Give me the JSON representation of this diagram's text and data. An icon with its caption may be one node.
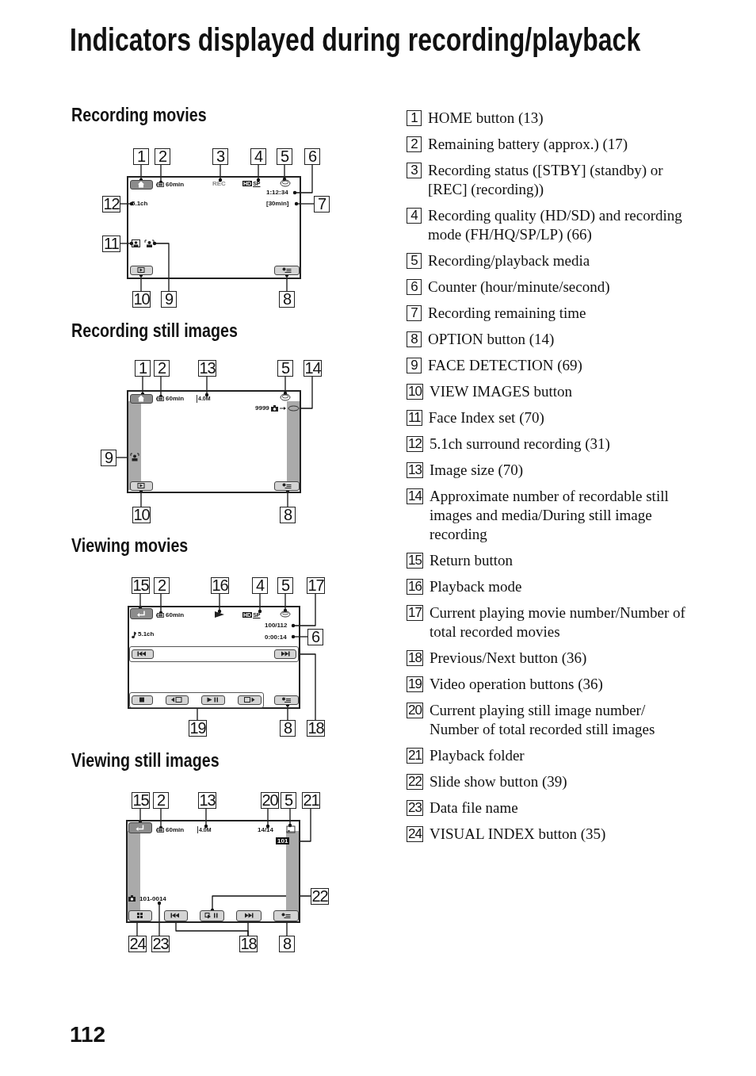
{
  "diagram": {
    "title": "Indicators displayed during recording/playback",
    "nodes": [
      {
        "text": [],
        "shape": "box"
      },
      {
        "text": [],
        "shape": "button",
        "in": 0
      },
      {
        "text": [],
        "shape": "icon",
        "in": 0,
        "beside": [
          "60min"
        ]
      },
      {
        "text": [
          "REC"
        ],
        "in": 0
      },
      {
        "text": [
          "HD",
          "SP"
        ],
        "in": 0
      },
      {
        "text": [],
        "shape": "icon",
        "in": 0
      },
      {
        "text": [
          "1:12:34"
        ],
        "in": 0
      },
      {
        "text": [
          "[30min]"
        ],
        "in": 0
      },
      {
        "text": [
          "5.1ch"
        ],
        "in": 0
      },
      {
        "text": [],
        "shape": "icon",
        "in": 0
      },
      {
        "text": [],
        "shape": "icon",
        "in": 0
      },
      {
        "text": [],
        "shape": "button",
        "in": 0
      },
      {
        "text": [],
        "shape": "button",
        "in": 0
      },
      {
        "text": [
          "1"
        ]
      },
      {
        "text": [
          "2"
        ]
      },
      {
        "text": [
          "3"
        ]
      },
      {
        "text": [
          "4"
        ]
      },
      {
        "text": [
          "5"
        ]
      },
      {
        "text": [
          "6"
        ]
      },
      {
        "text": [
          "12"
        ]
      },
      {
        "text": [
          "7"
        ]
      },
      {
        "text": [
          "11"
        ]
      },
      {
        "text": [
          "10"
        ]
      },
      {
        "text": [
          "9"
        ]
      },
      {
        "text": [
          "8"
        ]
      },
      {
        "text": [],
        "shape": "box"
      },
      {
        "text": [],
        "shape": "button",
        "in": 25
      },
      {
        "text": [],
        "shape": "icon",
        "in": 25,
        "beside": [
          "60min"
        ]
      },
      {
        "text": [
          "4.0M"
        ],
        "in": 25
      },
      {
        "text": [],
        "shape": "icon",
        "in": 25
      },
      {
        "text": [
          "9999"
        ],
        "in": 25
      },
      {
        "text": [],
        "shape": "icon",
        "in": 25
      },
      {
        "text": [],
        "shape": "button",
        "in": 25
      },
      {
        "text": [],
        "shape": "button",
        "in": 25
      },
      {
        "text": [
          "1"
        ]
      },
      {
        "text": [
          "2"
        ]
      },
      {
        "text": [
          "13"
        ]
      },
      {
        "text": [
          "5"
        ]
      },
      {
        "text": [
          "14"
        ]
      },
      {
        "text": [
          "9"
        ]
      },
      {
        "text": [
          "10"
        ]
      },
      {
        "text": [
          "8"
        ]
      },
      {
        "text": [],
        "shape": "box"
      },
      {
        "text": [],
        "shape": "button",
        "in": 42
      },
      {
        "text": [],
        "shape": "icon",
        "in": 42,
        "beside": [
          "60min"
        ]
      },
      {
        "text": [],
        "shape": "icon",
        "in": 42
      },
      {
        "text": [
          "HD",
          "SP"
        ],
        "in": 42
      },
      {
        "text": [],
        "shape": "icon",
        "in": 42
      },
      {
        "text": [
          "100/112"
        ],
        "in": 42
      },
      {
        "text": [
          "0:00:14"
        ],
        "in": 42
      },
      {
        "text": [],
        "shape": "bar",
        "in": 42
      },
      {
        "text": [],
        "shape": "button",
        "in": 50
      },
      {
        "text": [],
        "shape": "button",
        "in": 50
      },
      {
        "text": [],
        "shape": "bar",
        "in": 42
      },
      {
        "text": [],
        "shape": "button",
        "in": 53
      },
      {
        "text": [],
        "shape": "button",
        "in": 53
      },
      {
        "text": [],
        "shape": "button",
        "in": 53
      },
      {
        "text": [],
        "shape": "button",
        "in": 53
      },
      {
        "text": [],
        "shape": "button",
        "in": 42
      },
      {
        "text": [
          "15"
        ]
      },
      {
        "text": [
          "2"
        ]
      },
      {
        "text": [
          "16"
        ]
      },
      {
        "text": [
          "4"
        ]
      },
      {
        "text": [
          "5"
        ]
      },
      {
        "text": [
          "17"
        ]
      },
      {
        "text": [
          "6"
        ]
      },
      {
        "text": [
          "19"
        ]
      },
      {
        "text": [
          "8"
        ]
      },
      {
        "text": [
          "18"
        ]
      },
      {
        "text": [],
        "shape": "box"
      },
      {
        "text": [],
        "shape": "button",
        "in": 69
      },
      {
        "text": [],
        "shape": "icon",
        "in": 69,
        "beside": [
          "60min"
        ]
      },
      {
        "text": [
          "4.0M"
        ],
        "in": 69
      },
      {
        "text": [
          "14/14"
        ],
        "in": 69
      },
      {
        "text": [],
        "shape": "icon",
        "in": 69
      },
      {
        "text": [
          "101"
        ],
        "in": 69
      },
      {
        "text": [
          "101-0014"
        ],
        "in": 69
      },
      {
        "text": [],
        "shape": "button",
        "in": 69
      },
      {
        "text": [],
        "shape": "button",
        "in": 69
      },
      {
        "text": [],
        "shape": "button",
        "in": 69
      },
      {
        "text": [],
        "shape": "button",
        "in": 69
      },
      {
        "text": [],
        "shape": "button",
        "in": 69
      },
      {
        "text": [
          "15"
        ]
      },
      {
        "text": [
          "2"
        ]
      },
      {
        "text": [
          "13"
        ]
      },
      {
        "text": [
          "20"
        ]
      },
      {
        "text": [
          "5"
        ]
      },
      {
        "text": [
          "21"
        ]
      },
      {
        "text": [
          "22"
        ]
      },
      {
        "text": [
          "24"
        ]
      },
      {
        "text": [
          "23"
        ]
      },
      {
        "text": [
          "18"
        ]
      },
      {
        "text": [
          "8"
        ]
      }
    ],
    "edges": [
      {
        "from": 13,
        "to": 1,
        "arrow": "other"
      },
      {
        "from": 14,
        "to": 2,
        "arrow": "other"
      },
      {
        "from": 15,
        "to": 3,
        "arrow": "other"
      },
      {
        "from": 16,
        "to": 4,
        "arrow": "other"
      },
      {
        "from": 17,
        "to": 5,
        "arrow": "other"
      },
      {
        "from": 18,
        "to": 6,
        "arrow": "other"
      },
      {
        "from": 20,
        "to": 7,
        "arrow": "other"
      },
      {
        "from": 19,
        "to": 8,
        "arrow": "other"
      },
      {
        "from": 21,
        "to": 9,
        "arrow": "other"
      },
      {
        "from": 22,
        "to": 11,
        "arrow": "other"
      },
      {
        "from": 23,
        "to": 10,
        "arrow": "other"
      },
      {
        "from": 24,
        "to": 12,
        "arrow": "other"
      },
      {
        "from": 34,
        "to": 26,
        "arrow": "other"
      },
      {
        "from": 35,
        "to": 27,
        "arrow": "other"
      },
      {
        "from": 36,
        "to": 28,
        "arrow": "other"
      },
      {
        "from": 37,
        "to": 29,
        "arrow": "other"
      },
      {
        "from": 38,
        "to": 30,
        "arrow": "other"
      },
      {
        "from": 39,
        "to": 31,
        "arrow": "other"
      },
      {
        "from": 40,
        "to": 32,
        "arrow": "other"
      },
      {
        "from": 41,
        "to": 33,
        "arrow": "other"
      },
      {
        "from": 59,
        "to": 43,
        "arrow": "other"
      },
      {
        "from": 60,
        "to": 44,
        "arrow": "other"
      },
      {
        "from": 61,
        "to": 45,
        "arrow": "other"
      },
      {
        "from": 62,
        "to": 46,
        "arrow": "other"
      },
      {
        "from": 63,
        "to": 47,
        "arrow": "other"
      },
      {
        "from": 64,
        "to": 48,
        "arrow": "other"
      },
      {
        "from": 65,
        "to": 49,
        "arrow": "other"
      },
      {
        "from": 66,
        "to": 53,
        "arrow": "none"
      },
      {
        "from": 67,
        "to": 58,
        "arrow": "other"
      },
      {
        "from": 68,
        "to": 50,
        "arrow": "none"
      },
      {
        "from": 82,
        "to": 70,
        "arrow": "other"
      },
      {
        "from": 83,
        "to": 71,
        "arrow": "other"
      },
      {
        "from": 84,
        "to": 72,
        "arrow": "other"
      },
      {
        "from": 85,
        "to": 73,
        "arrow": "other"
      },
      {
        "from": 86,
        "to": 74,
        "arrow": "other"
      },
      {
        "from": 87,
        "to": 75,
        "arrow": "other"
      },
      {
        "from": 88,
        "to": 79,
        "arrow": "other"
      },
      {
        "from": 89,
        "to": 77,
        "arrow": "other"
      },
      {
        "from": 90,
        "to": 76,
        "arrow": "other"
      },
      {
        "from": 91,
        "to": 78,
        "arrow": "other"
      },
      {
        "from": 91,
        "to": 80,
        "arrow": "other"
      },
      {
        "from": 92,
        "to": 81,
        "arrow": "other"
      }
    ],
    "labels": [
      "Recording movies",
      "Recording still images",
      "Viewing movies",
      "5.1ch",
      "Viewing still images",
      "1",
      "HOME button (13)",
      "2",
      "Remaining battery (approx.) (17)",
      "3",
      "Recording status ([STBY] (standby) or [REC] (recording))",
      "4",
      "Recording quality (HD/SD) and recording mode (FH/HQ/SP/LP) (66)",
      "5",
      "Recording/playback media",
      "6",
      "Counter (hour/minute/second)",
      "7",
      "Recording remaining time",
      "8",
      "OPTION button (14)",
      "9",
      "FACE DETECTION (69)",
      "10",
      "VIEW IMAGES button",
      "11",
      "Face Index set (70)",
      "12",
      "5.1ch surround recording (31)",
      "13",
      "Image size (70)",
      "14",
      "Approximate number of recordable still images and media/During still image recording",
      "15",
      "Return button",
      "16",
      "Playback mode",
      "17",
      "Current playing movie number/Number of total recorded movies",
      "18",
      "Previous/Next button (36)",
      "19",
      "Video operation buttons (36)",
      "20",
      "Current playing still image number/ Number of total recorded still images",
      "21",
      "Playback folder",
      "22",
      "Slide show button (39)",
      "23",
      "Data file name",
      "24",
      "VISUAL INDEX button (35)",
      "112"
    ]
  }
}
